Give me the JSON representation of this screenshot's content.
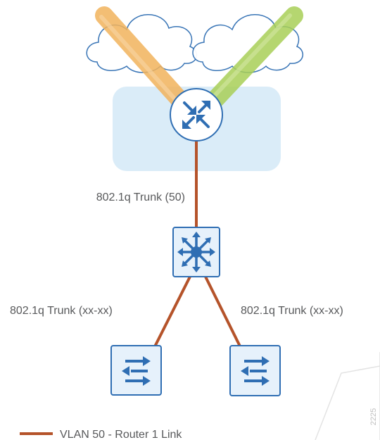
{
  "diagram": {
    "trunk_router_label": "802.1q Trunk (50)",
    "trunk_left_label": "802.1q Trunk (xx-xx)",
    "trunk_right_label": "802.1q Trunk (xx-xx)",
    "legend": {
      "vlan_link_label": "VLAN 50 - Router 1 Link"
    },
    "watermark_id": "2225"
  },
  "colors": {
    "trunk_line": "#b5532a",
    "device_blue": "#2f6eb3",
    "device_fill": "#e6f1fb",
    "cloud_stroke": "#2f6eb3",
    "region_fill": "#daecf8",
    "tunnel_orange": "#f2b35c",
    "tunnel_green": "#a9cf58",
    "label_gray": "#58595b"
  },
  "icons": {
    "router": "router-icon",
    "core_switch": "layer3-switch-icon",
    "access_switch": "layer2-switch-icon",
    "cloud": "cloud-icon"
  }
}
